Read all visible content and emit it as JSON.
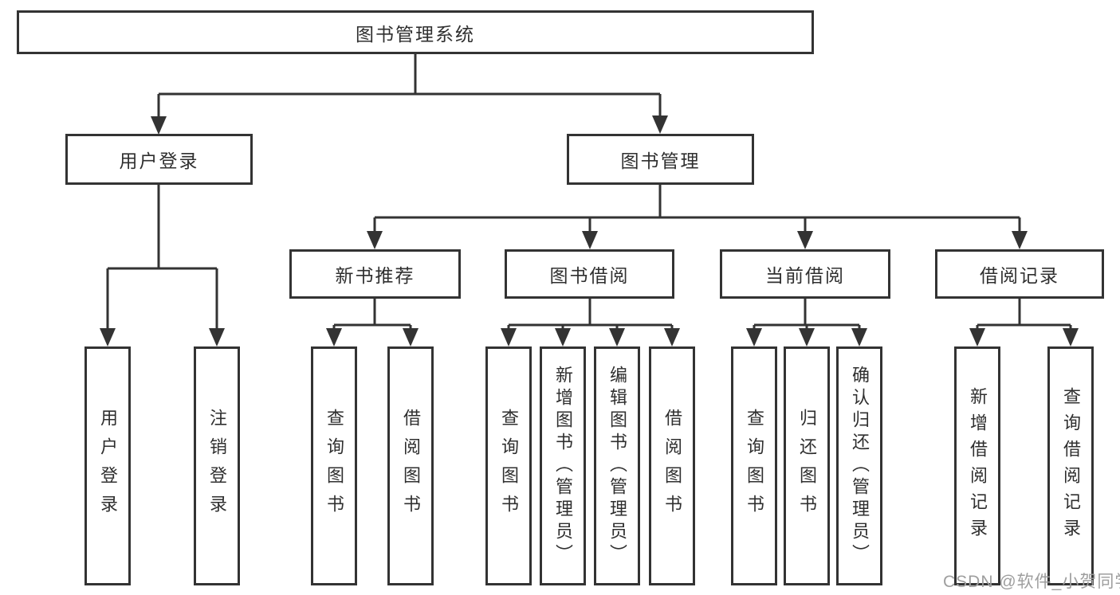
{
  "diagram": {
    "root": {
      "label": "图书管理系统",
      "children": [
        {
          "label": "用户登录",
          "children": [
            {
              "label": "用户登录"
            },
            {
              "label": "注销登录"
            }
          ]
        },
        {
          "label": "图书管理",
          "children": [
            {
              "label": "新书推荐",
              "children": [
                {
                  "label": "查询图书"
                },
                {
                  "label": "借阅图书"
                }
              ]
            },
            {
              "label": "图书借阅",
              "children": [
                {
                  "label": "查询图书"
                },
                {
                  "label": "新增图书（管理员）"
                },
                {
                  "label": "编辑图书（管理员）"
                },
                {
                  "label": "借阅图书"
                }
              ]
            },
            {
              "label": "当前借阅",
              "children": [
                {
                  "label": "查询图书"
                },
                {
                  "label": "归还图书"
                },
                {
                  "label": "确认归还（管理员）"
                }
              ]
            },
            {
              "label": "借阅记录",
              "children": [
                {
                  "label": "新增借阅记录"
                },
                {
                  "label": "查询借阅记录"
                }
              ]
            }
          ]
        }
      ]
    }
  },
  "watermark": {
    "text": "CSDN @软件_小贺同学"
  },
  "colors": {
    "line": "#333333",
    "text": "#2f2f2f",
    "watermark": "#9e9e9e",
    "background": "#ffffff"
  }
}
